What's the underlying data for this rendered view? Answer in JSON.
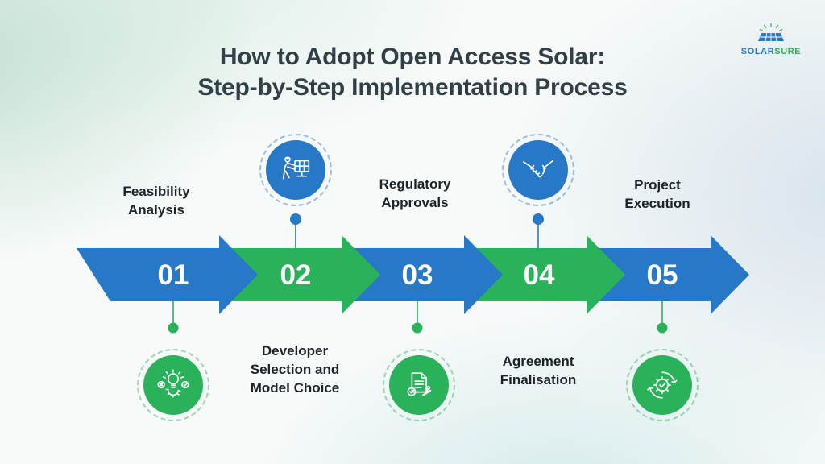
{
  "title": {
    "line1": "How to Adopt Open Access Solar:",
    "line2": "Step-by-Step Implementation Process"
  },
  "logo": {
    "name": "SOLARSURE",
    "part1": "SOLAR",
    "part2": "SURE",
    "icon": "solar-panel-sun-icon"
  },
  "colors": {
    "blue": "#2878c8",
    "green": "#29b25a",
    "title": "#313f47",
    "label": "#1d2429"
  },
  "steps": [
    {
      "number": "01",
      "label": "Feasibility\nAnalysis",
      "label_position": "top",
      "arrow_color": "blue",
      "icon": "idea-validation-icon",
      "icon_position": "bottom",
      "icon_color": "green"
    },
    {
      "number": "02",
      "label": "Developer\nSelection and\nModel Choice",
      "label_position": "bottom",
      "arrow_color": "green",
      "icon": "solar-installer-icon",
      "icon_position": "top",
      "icon_color": "blue"
    },
    {
      "number": "03",
      "label": "Regulatory\nApprovals",
      "label_position": "top",
      "arrow_color": "blue",
      "icon": "document-stamp-icon",
      "icon_position": "bottom",
      "icon_color": "green"
    },
    {
      "number": "04",
      "label": "Agreement\nFinalisation",
      "label_position": "bottom",
      "arrow_color": "green",
      "icon": "handshake-icon",
      "icon_position": "top",
      "icon_color": "blue"
    },
    {
      "number": "05",
      "label": "Project\nExecution",
      "label_position": "top",
      "arrow_color": "blue",
      "icon": "gear-check-cycle-icon",
      "icon_position": "bottom",
      "icon_color": "green"
    }
  ]
}
